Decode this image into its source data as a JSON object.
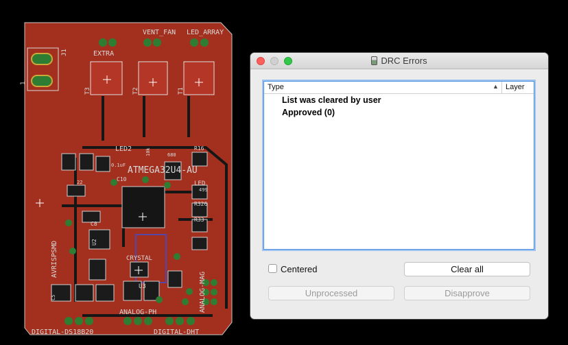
{
  "pcb": {
    "labels": {
      "vent_fan": "VENT_FAN",
      "led_array": "LED_ARRAY",
      "extra": "EXTRA",
      "t3": "T3",
      "t2": "T2",
      "t1": "T1",
      "j1": "J1",
      "one": "1",
      "led2": "LED2",
      "chip": "ATMEGA32U4-AU",
      "r16": "R16",
      "led": "LED",
      "r326": "R326",
      "r33": "R33",
      "c10": "C10",
      "c8": "C8",
      "u2": "U2",
      "avrisp": "AVRISPSMD",
      "crystal": "CRYSTAL",
      "u3": "U3",
      "analog_ph": "ANALOG-PH",
      "analog_mag": "ANALOG-MAG",
      "digital_ds": "DIGITAL-DS18B20",
      "digital_dht": "DIGITAL-DHT",
      "val_10k": "10k",
      "val_01uf": "0.1uF",
      "val_499": "499",
      "val_680": "680",
      "val_22": "22",
      "c5": "C5"
    }
  },
  "window": {
    "title": "DRC Errors",
    "columns": {
      "type": "Type",
      "layer": "Layer"
    },
    "rows": [
      "List was cleared by user",
      "Approved (0)"
    ],
    "centered_label": "Centered",
    "buttons": {
      "clear_all": "Clear all",
      "unprocessed": "Unprocessed",
      "disapprove": "Disapprove"
    }
  }
}
